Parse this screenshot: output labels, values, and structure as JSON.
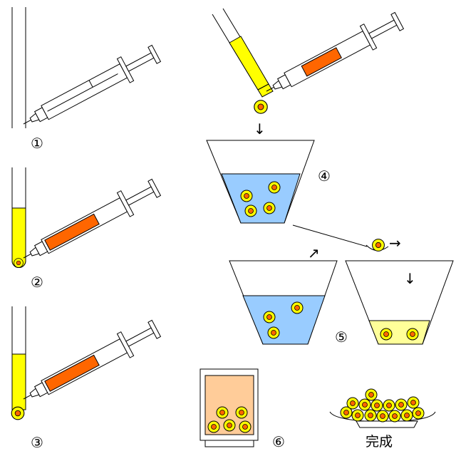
{
  "steps": [
    {
      "id": "1",
      "label": "①"
    },
    {
      "id": "2",
      "label": "②"
    },
    {
      "id": "3",
      "label": "③"
    },
    {
      "id": "4",
      "label": "④"
    },
    {
      "id": "5",
      "label": "⑤"
    },
    {
      "id": "6",
      "label": "⑥"
    }
  ],
  "final_label": "完成",
  "arrows": {
    "down": "↓",
    "right": "→",
    "up_right": "↗"
  },
  "colors": {
    "yellow_liquid": "#ffff00",
    "orange_plunger": "#ff6600",
    "blue_water": "#99ccff",
    "pale_yellow_liquid": "#ffff99",
    "peach_liquid": "#ffcc99",
    "bead_yellow": "#ffff00",
    "bead_core": "#ff6600",
    "outline": "#000000"
  },
  "icons": [
    "glass-tube-icon",
    "syringe-icon",
    "beaker-icon",
    "capsule-bead-icon",
    "spoon-icon",
    "dish-icon",
    "container-icon"
  ]
}
